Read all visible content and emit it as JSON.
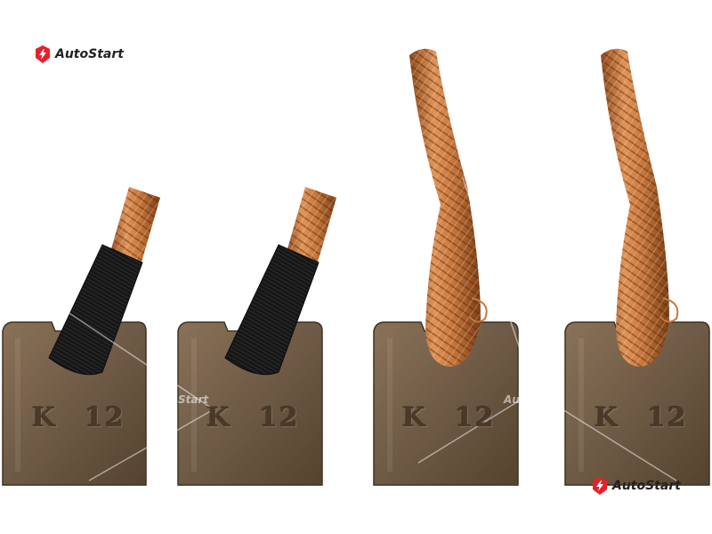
{
  "brand": {
    "name": "AutoStart",
    "accent": "#e8202a"
  },
  "watermark": {
    "fragment": "Start",
    "fragment_2": "Au"
  },
  "brushes": [
    {
      "marking_symbol": "K",
      "marking_number": "12",
      "lead": "insulated-braided"
    },
    {
      "marking_symbol": "K",
      "marking_number": "12",
      "lead": "insulated-braided"
    },
    {
      "marking_symbol": "K",
      "marking_number": "12",
      "lead": "bare-braided-copper"
    },
    {
      "marking_symbol": "K",
      "marking_number": "12",
      "lead": "bare-braided-copper"
    }
  ],
  "colors": {
    "carbon_block": "#6e5a45",
    "copper": "#c8783e",
    "insulation": "#1a1a1a"
  },
  "icons": [
    "autostart-logo-icon"
  ]
}
